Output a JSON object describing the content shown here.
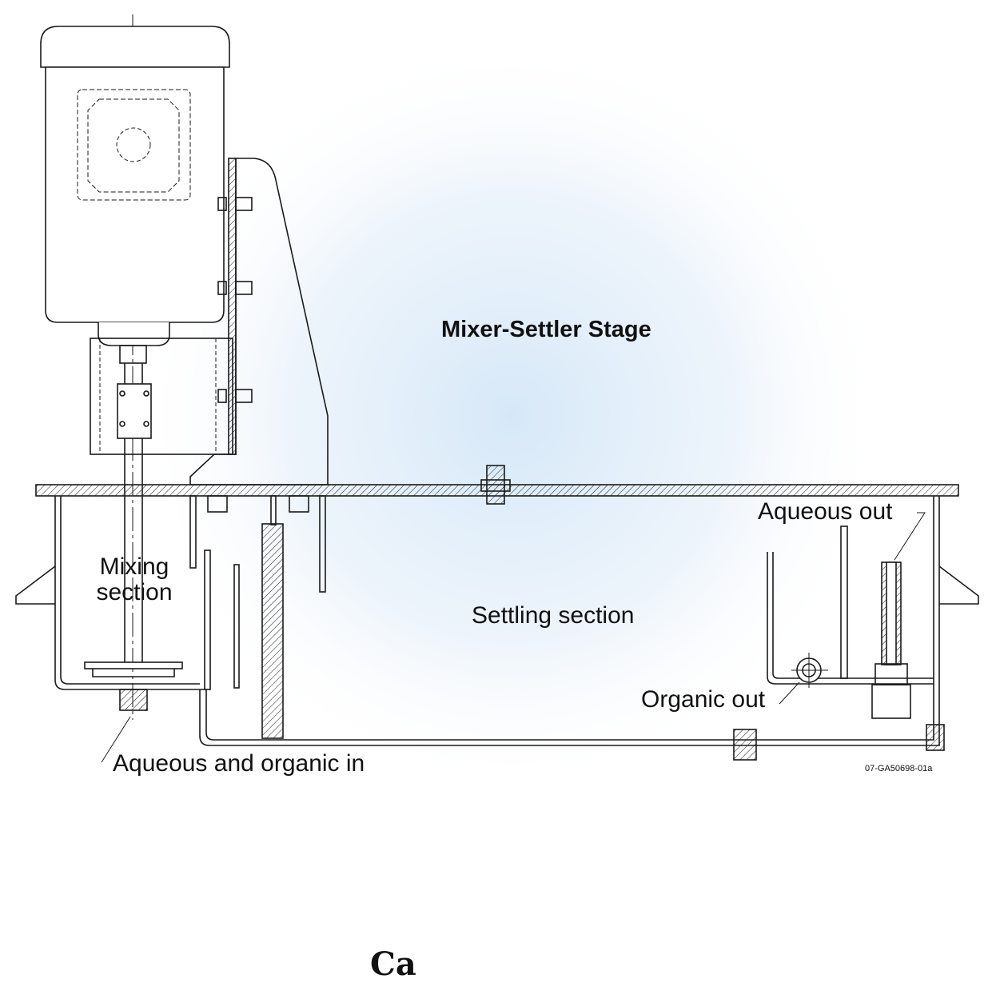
{
  "diagram": {
    "title": "Mixer-Settler Stage",
    "labels": {
      "mixing_line1": "Mixing",
      "mixing_line2": "section",
      "settling": "Settling section",
      "aqueous_out": "Aqueous out",
      "organic_out": "Organic out",
      "aqueous_organic_in": "Aqueous and organic in",
      "drawing_code": "07-GA50698-01a"
    },
    "colors": {
      "line": "#1a1a1a",
      "glow": "#d6e8f8",
      "background": "#ffffff"
    },
    "footer_partial_text": "Ca"
  }
}
